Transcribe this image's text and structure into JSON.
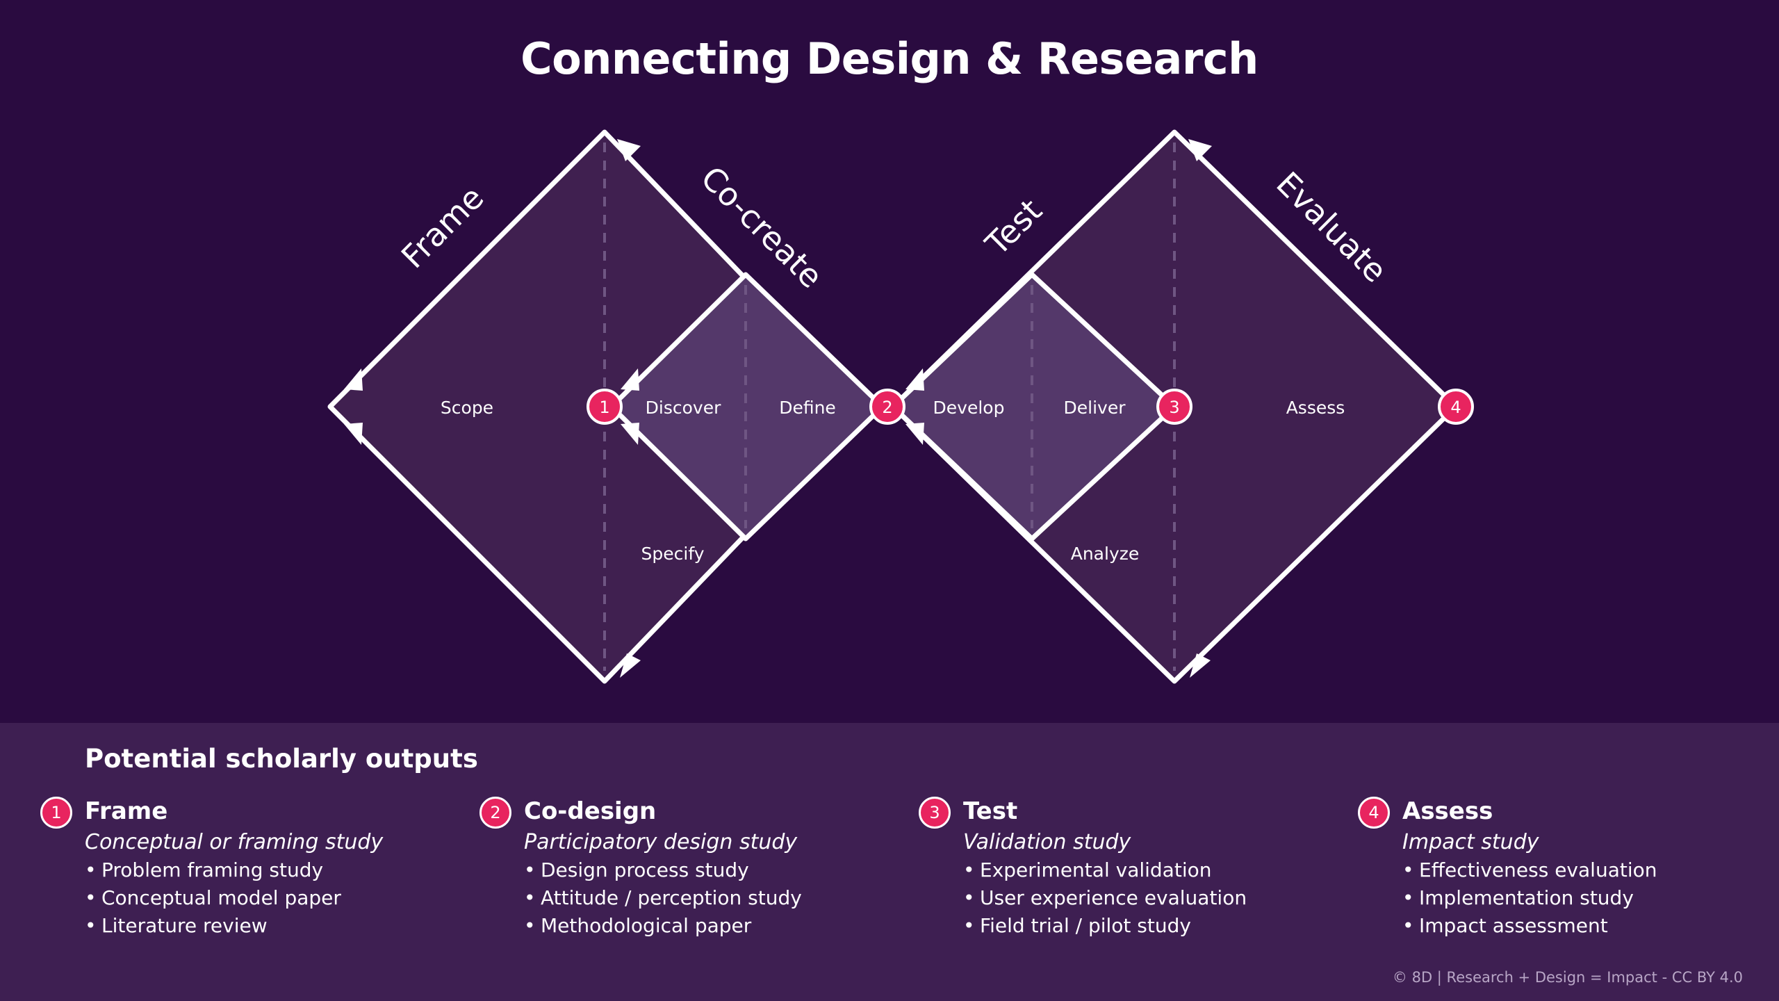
{
  "title": "Connecting Design & Research",
  "diagram": {
    "phases": {
      "frame": "Frame",
      "cocreate": "Co-create",
      "test": "Test",
      "evaluate": "Evaluate"
    },
    "stages": {
      "scope": "Scope",
      "discover": "Discover",
      "define": "Define",
      "specify": "Specify",
      "develop": "Develop",
      "deliver": "Deliver",
      "analyze": "Analyze",
      "assess": "Assess"
    },
    "markers": [
      "1",
      "2",
      "3",
      "4"
    ]
  },
  "outputs": {
    "heading": "Potential scholarly outputs",
    "columns": [
      {
        "number": "1",
        "title": "Frame",
        "subtitle": "Conceptual or framing study",
        "items": [
          "Problem framing study",
          "Conceptual model paper",
          "Literature review"
        ]
      },
      {
        "number": "2",
        "title": "Co-design",
        "subtitle": "Participatory design study",
        "items": [
          "Design process study",
          "Attitude / perception study",
          "Methodological paper"
        ]
      },
      {
        "number": "3",
        "title": "Test",
        "subtitle": "Validation study",
        "items": [
          "Experimental validation",
          "User experience evaluation",
          "Field trial / pilot study"
        ]
      },
      {
        "number": "4",
        "title": "Assess",
        "subtitle": "Impact study",
        "items": [
          "Effectiveness evaluation",
          "Implementation study",
          "Impact assessment"
        ]
      }
    ]
  },
  "credit": "© 8D | Research + Design = Impact - CC BY 4.0",
  "colors": {
    "background": "#2a0b40",
    "panel": "#3e1f52",
    "diamond_outer": "#402050",
    "diamond_inner": "#54386a",
    "accent": "#e8245f",
    "outline": "#ffffff"
  }
}
